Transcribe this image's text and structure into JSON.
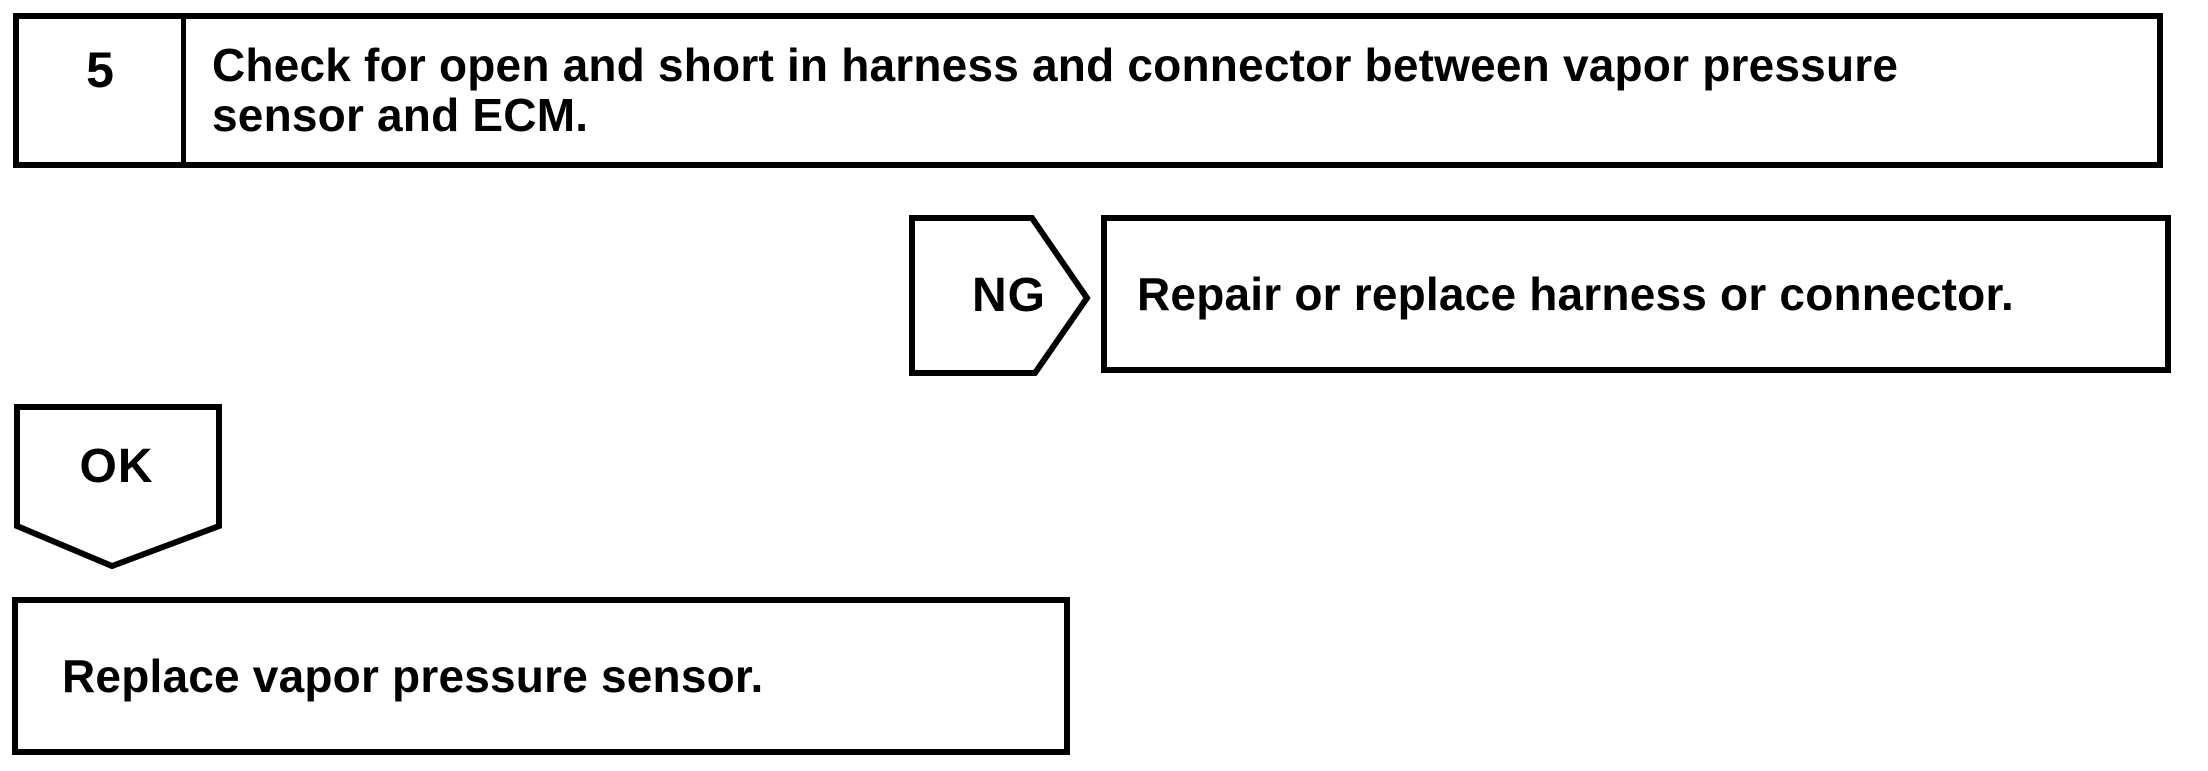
{
  "colors": {
    "line": "#000000",
    "background": "#ffffff"
  },
  "flowchart": {
    "step": {
      "number": "5",
      "instruction_line1": "Check for open and short in harness and connector between vapor pressure",
      "instruction_line2": "sensor and ECM."
    },
    "ng_branch": {
      "label": "NG",
      "action": "Repair or replace harness or connector."
    },
    "ok_branch": {
      "label": "OK",
      "action": "Replace vapor pressure sensor."
    }
  }
}
